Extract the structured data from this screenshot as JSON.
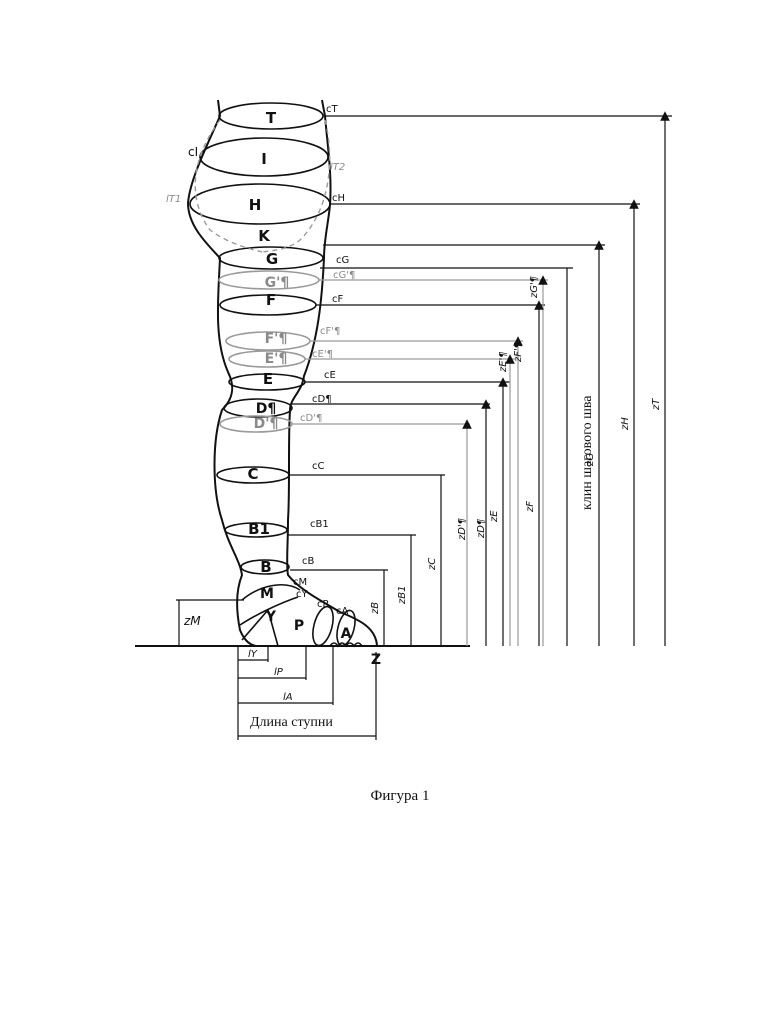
{
  "caption": "Фигура 1",
  "foot_length_label": "Длина ступни",
  "crotch_gusset_label": "клин шагового шва",
  "section_labels": {
    "T": "T",
    "I": "I",
    "H": "H",
    "K": "K",
    "G": "G",
    "Gp": "G'¶",
    "F": "F",
    "Fp": "F'¶",
    "Ep": "E'¶",
    "E": "E",
    "D": "D¶",
    "Dp": "D'¶",
    "C": "C",
    "B1": "B1",
    "B": "B",
    "M": "M",
    "Y": "Y",
    "P": "P",
    "A": "A",
    "Z": "Z"
  },
  "circ_labels": {
    "cT": "cT",
    "cI": "cI",
    "lT1": "lT1",
    "lT2": "lT2",
    "cH": "cH",
    "cG": "cG",
    "cGp": "cG'¶",
    "cF": "cF",
    "cFp": "cF'¶",
    "cEp": "cE'¶",
    "cE": "cE",
    "cD": "cD¶",
    "cDp": "cD'¶",
    "cC": "cC",
    "cB1": "cB1",
    "cB": "cB",
    "cM": "cM",
    "cY": "cY",
    "cP": "cP",
    "cA": "cA"
  },
  "height_labels": {
    "zT": "zT",
    "zH": "zH",
    "zG": "zG",
    "zF": "zF",
    "zE": "zE",
    "zEp": "zE'¶",
    "zFp": "zF'¶",
    "zGp": "zG'¶",
    "zD": "zD¶",
    "zDp": "zD'¶",
    "zC": "zC",
    "zB1": "zB1",
    "zB": "zB",
    "zM": "zM"
  },
  "length_labels": {
    "lY": "lY",
    "lP": "lP",
    "lA": "lA"
  },
  "colors": {
    "ink": "#111111",
    "gray": "#9a9a9a",
    "background": "#ffffff"
  }
}
